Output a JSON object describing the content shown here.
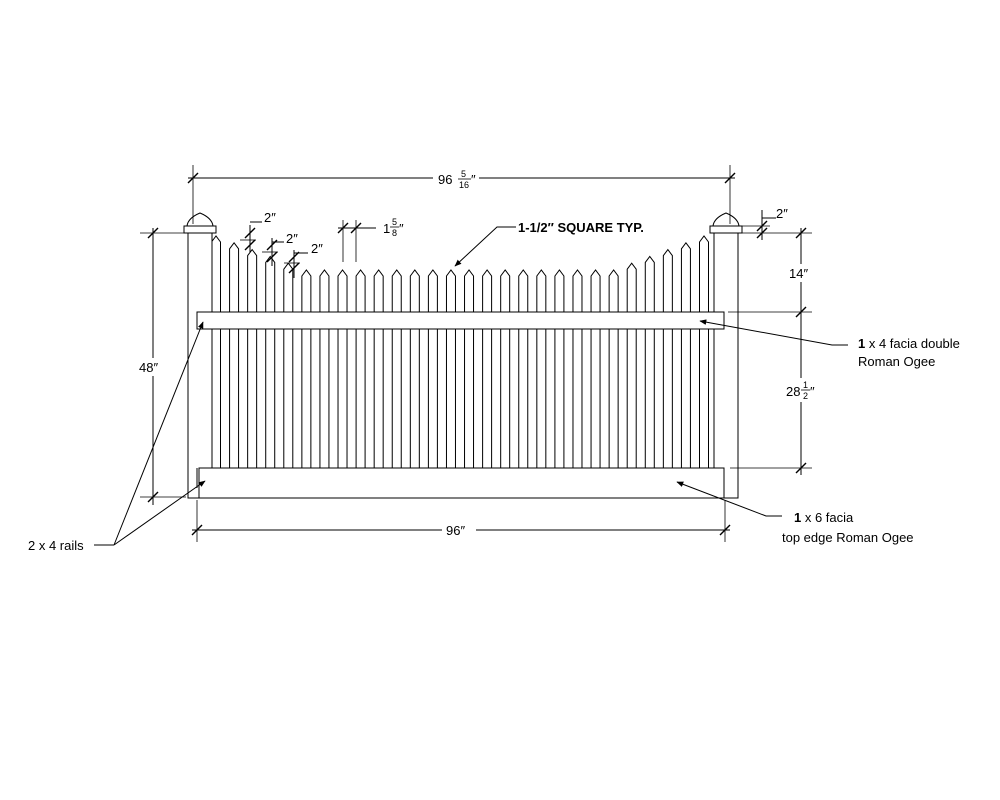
{
  "dimensions": {
    "overall_width": {
      "whole": "96",
      "num": "5",
      "den": "16",
      "unit": "″"
    },
    "rail_span": "96″",
    "total_height": "48″",
    "top_section": "14″",
    "mid_section": {
      "whole": "28",
      "num": "1",
      "den": "2",
      "unit": "″"
    },
    "post_cap_offset": "2″",
    "picket_step_1": "2″",
    "picket_step_2": "2″",
    "picket_step_3": "2″",
    "picket_width": {
      "whole": "1",
      "num": "5",
      "den": "8",
      "unit": "″"
    }
  },
  "callouts": {
    "square_typ": "1-1/2″ SQUARE TYP.",
    "top_facia_line1_bold": "1",
    "top_facia_line1_rest": " x 4 facia double",
    "top_facia_line2": "Roman Ogee",
    "bottom_facia_line1_bold": "1",
    "bottom_facia_line1_rest": " x 6 facia",
    "bottom_facia_line2": "top edge Roman Ogee",
    "rails": "2 x 4 rails"
  },
  "drawing": {
    "picket_count": 28,
    "dip_pickets": 17
  }
}
